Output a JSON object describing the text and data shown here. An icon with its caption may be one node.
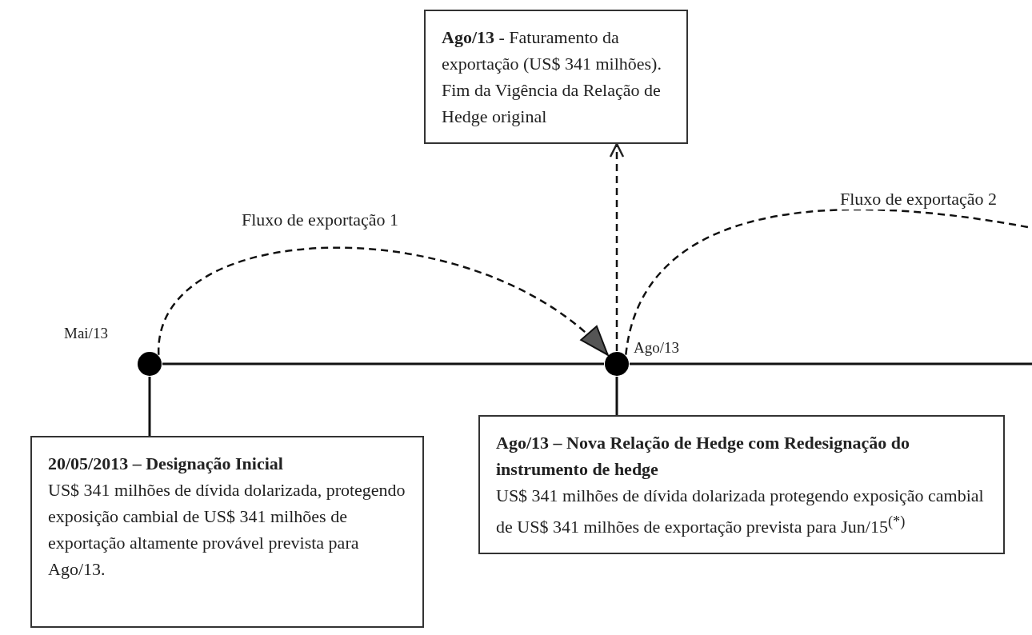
{
  "diagram": {
    "nodes": [
      {
        "text": [
          "**Ago/13** - Faturamento da exportação (US$ 341 milhões). Fim da Vigência da Relação de Hedge original"
        ]
      },
      {
        "text": [],
        "shape": "circle",
        "beside": [
          "Mai/13"
        ]
      },
      {
        "text": [],
        "shape": "circle",
        "beside": [
          "Ago/13"
        ]
      },
      {
        "text": [
          "20/05/2013 – Designação Inicial",
          "US$ 341 milhões de dívida dolarizada, protegendo exposição cambial de US$ 341 milhões de exportação altamente provável prevista para Ago/13."
        ]
      },
      {
        "text": [
          "Ago/13 – Nova Relação de Hedge com Redesignação do instrumento de hedge",
          "US$ 341 milhões de dívida dolarizada protegendo exposição cambial de US$ 341 milhões de exportação prevista para Jun/15$^{(*)}$"
        ]
      }
    ],
    "edges": [
      {
        "from": 1,
        "to": 2,
        "arrow": "none"
      },
      {
        "from": 2,
        "to": null,
        "arrow": "none"
      },
      {
        "from": 1,
        "to": 3,
        "arrow": "none"
      },
      {
        "from": 2,
        "to": 4,
        "arrow": "none"
      },
      {
        "from": 1,
        "to": 2,
        "arrow": "to",
        "style": "dashed",
        "label": "Fluxo de exportação 1"
      },
      {
        "from": 2,
        "to": 0,
        "arrow": "to",
        "style": "dashed"
      },
      {
        "from": 2,
        "to": null,
        "arrow": "none",
        "style": "dashed",
        "label": "Fluxo de exportação 2"
      }
    ]
  }
}
